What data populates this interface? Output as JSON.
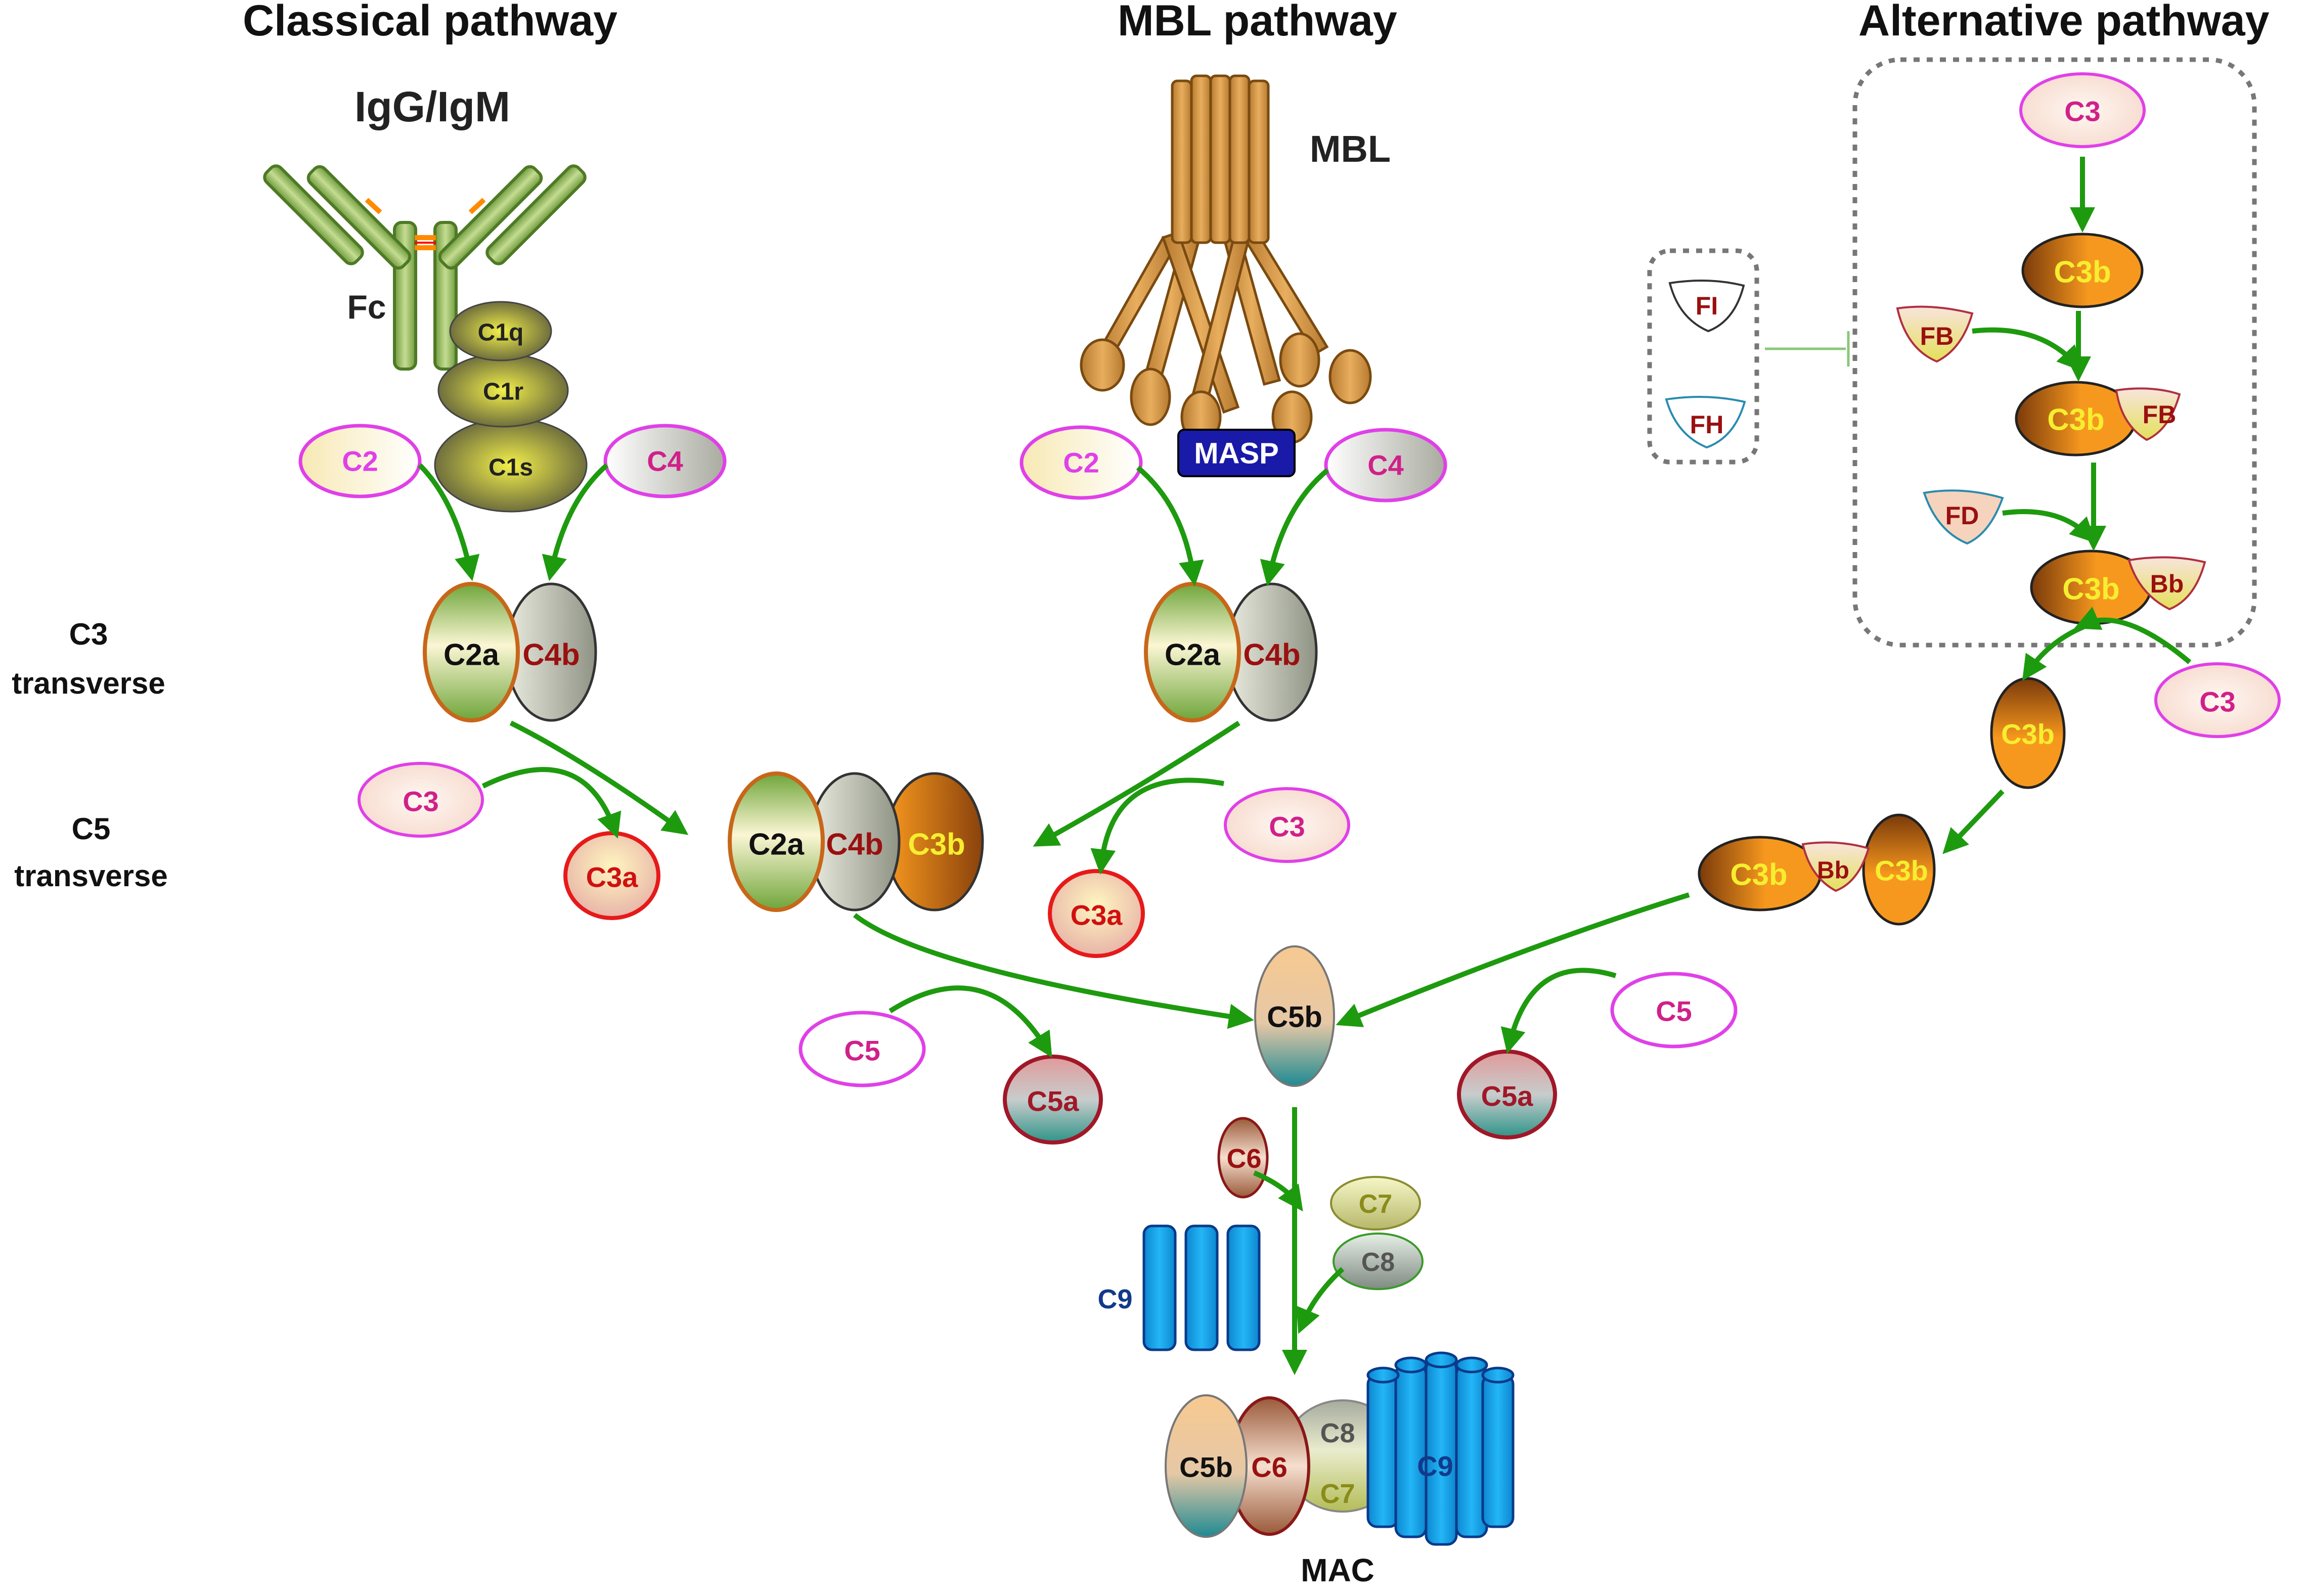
{
  "titles": {
    "classical": "Classical pathway",
    "mbl": "MBL pathway",
    "alternative": "Alternative pathway"
  },
  "labels": {
    "igg": "IgG/IgM",
    "fc": "Fc",
    "mbl": "MBL",
    "masp": "MASP",
    "c3_line1": "C3",
    "c3_line2": "transverse",
    "c5_line1": "C5",
    "c5_line2": "transverse",
    "mac": "MAC"
  },
  "molecules": {
    "c1q": "C1q",
    "c1r": "C1r",
    "c1s": "C1s",
    "c2": "C2",
    "c4": "C4",
    "c2a": "C2a",
    "c4b": "C4b",
    "c3": "C3",
    "c3a": "C3a",
    "c3b": "C3b",
    "c5": "C5",
    "c5a": "C5a",
    "c5b": "C5b",
    "c6": "C6",
    "c7": "C7",
    "c8": "C8",
    "c9": "C9",
    "fb": "FB",
    "fd": "FD",
    "fi": "FI",
    "fh": "FH",
    "bb": "Bb"
  },
  "colors": {
    "arrow": "#1e9a0f",
    "pink_outline": "#e040e8",
    "magenta_text": "#d0208a",
    "dark_red_text": "#9a1010",
    "yellow_text": "#f6ee30",
    "orange_outline": "#c8661a",
    "c9_blue": "#12a8f0",
    "masp_blue": "#1a1aa8"
  }
}
